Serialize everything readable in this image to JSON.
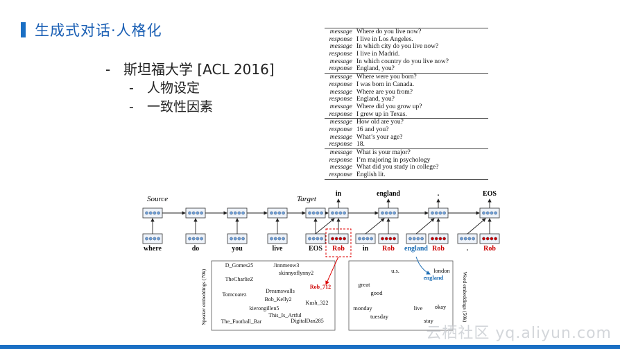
{
  "header": {
    "title": "生成式对话·人格化"
  },
  "bullets": {
    "main": "斯坦福大学 [ACL 2016]",
    "dash": "-",
    "sub": [
      "人物设定",
      "一致性因素"
    ]
  },
  "dialogue_table": {
    "groups": [
      [
        [
          "message",
          "Where do you live now?"
        ],
        [
          "response",
          "I live in Los Angeles."
        ],
        [
          "message",
          "In which city do you live now?"
        ],
        [
          "response",
          "I live in Madrid."
        ],
        [
          "message",
          "In which country do you live now?"
        ],
        [
          "response",
          "England, you?"
        ]
      ],
      [
        [
          "message",
          "Where were you born?"
        ],
        [
          "response",
          "I was born in Canada."
        ],
        [
          "message",
          "Where are you from?"
        ],
        [
          "response",
          "England, you?"
        ],
        [
          "message",
          "Where did you grow up?"
        ],
        [
          "response",
          "I grew up in Texas."
        ]
      ],
      [
        [
          "message",
          "How old are you?"
        ],
        [
          "response",
          "16 and you?"
        ],
        [
          "message",
          "What’s your age?"
        ],
        [
          "response",
          "18."
        ]
      ],
      [
        [
          "message",
          "What is your major?"
        ],
        [
          "response",
          "I’m majoring in psychology"
        ],
        [
          "message",
          "What did you study in college?"
        ],
        [
          "response",
          "English lit."
        ]
      ]
    ]
  },
  "diagram": {
    "source_label": "Source",
    "target_label": "Target",
    "input_words": [
      "where",
      "do",
      "you",
      "live",
      "EOS",
      "Rob",
      "in",
      "Rob",
      "england",
      "Rob",
      ".",
      "Rob"
    ],
    "output_words": [
      "in",
      "england",
      ".",
      "EOS"
    ],
    "speaker_axis": "Speaker embeddings (70k)",
    "word_axis": "Word embeddings (50k)",
    "speakers": [
      "D_Gomes25",
      "Jinnmeow3",
      "skinnyoflynny2",
      "TheCharlieZ",
      "Rob_712",
      "Dreamswalls",
      "Tomcoatez",
      "Bob_Kelly2",
      "Kush_322",
      "kierongillen5",
      "This_Is_Artful",
      "The_Football_Bar",
      "DigitalDan285"
    ],
    "words": [
      "u.s.",
      "london",
      "england",
      "great",
      "good",
      "monday",
      "live",
      "okay",
      "tuesday",
      "stay"
    ]
  },
  "watermark": "云栖社区 yq.aliyun.com"
}
